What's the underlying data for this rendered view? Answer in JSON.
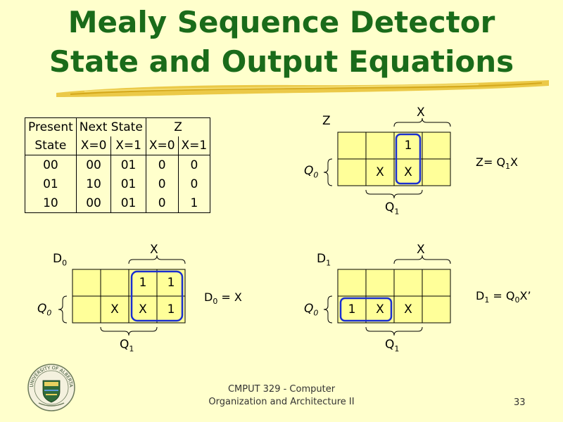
{
  "slide": {
    "title_line1": "Mealy Sequence Detector",
    "title_line2": "State and Output Equations",
    "footer_line1": "CMPUT 329 - Computer",
    "footer_line2": "Organization and Architecture II",
    "page_number": "33"
  },
  "state_table": {
    "h_present": "Present",
    "h_state": "State",
    "h_next": "Next State",
    "h_z": "Z",
    "h_x0": "X=0",
    "h_x1": "X=1",
    "h_zx0": "X=0",
    "h_zx1": "X=1",
    "rows": [
      [
        "00",
        "00",
        "01",
        "0",
        "0"
      ],
      [
        "01",
        "10",
        "01",
        "0",
        "0"
      ],
      [
        "10",
        "00",
        "01",
        "0",
        "1"
      ]
    ]
  },
  "kmap_z": {
    "name": "Z",
    "x_label": "X",
    "q0_label": "Q",
    "q0_sub": "0",
    "q1_label": "Q",
    "q1_sub": "1",
    "cells": [
      "",
      "",
      "1",
      "",
      "",
      "X",
      "X",
      ""
    ],
    "eq_a": "Z= Q",
    "eq_sub": "1",
    "eq_b": "X"
  },
  "kmap_d0": {
    "name": "D",
    "name_sub": "0",
    "x_label": "X",
    "q0_label": "Q",
    "q0_sub": "0",
    "q1_label": "Q",
    "q1_sub": "1",
    "cells": [
      "",
      "",
      "1",
      "1",
      "",
      "X",
      "X",
      "1"
    ],
    "eq_a": "D",
    "eq_sub": "0",
    "eq_b": " = X"
  },
  "kmap_d1": {
    "name": "D",
    "name_sub": "1",
    "x_label": "X",
    "q0_label": "Q",
    "q0_sub": "0",
    "q1_label": "Q",
    "q1_sub": "1",
    "cells": [
      "",
      "",
      "",
      "",
      "1",
      "X",
      "X",
      ""
    ],
    "eq_a": "D",
    "eq_sub": "1",
    "eq_b": " = Q",
    "eq_sub2": "0",
    "eq_c": "X’"
  },
  "logo": {
    "text": "UNIVERSITY OF ALBERTA"
  },
  "colors": {
    "title": "#1a6b1a",
    "background": "#ffffcc",
    "kmap_cell": "#ffff99",
    "grouping": "#1a2fd0",
    "brush": "#e8c030"
  }
}
